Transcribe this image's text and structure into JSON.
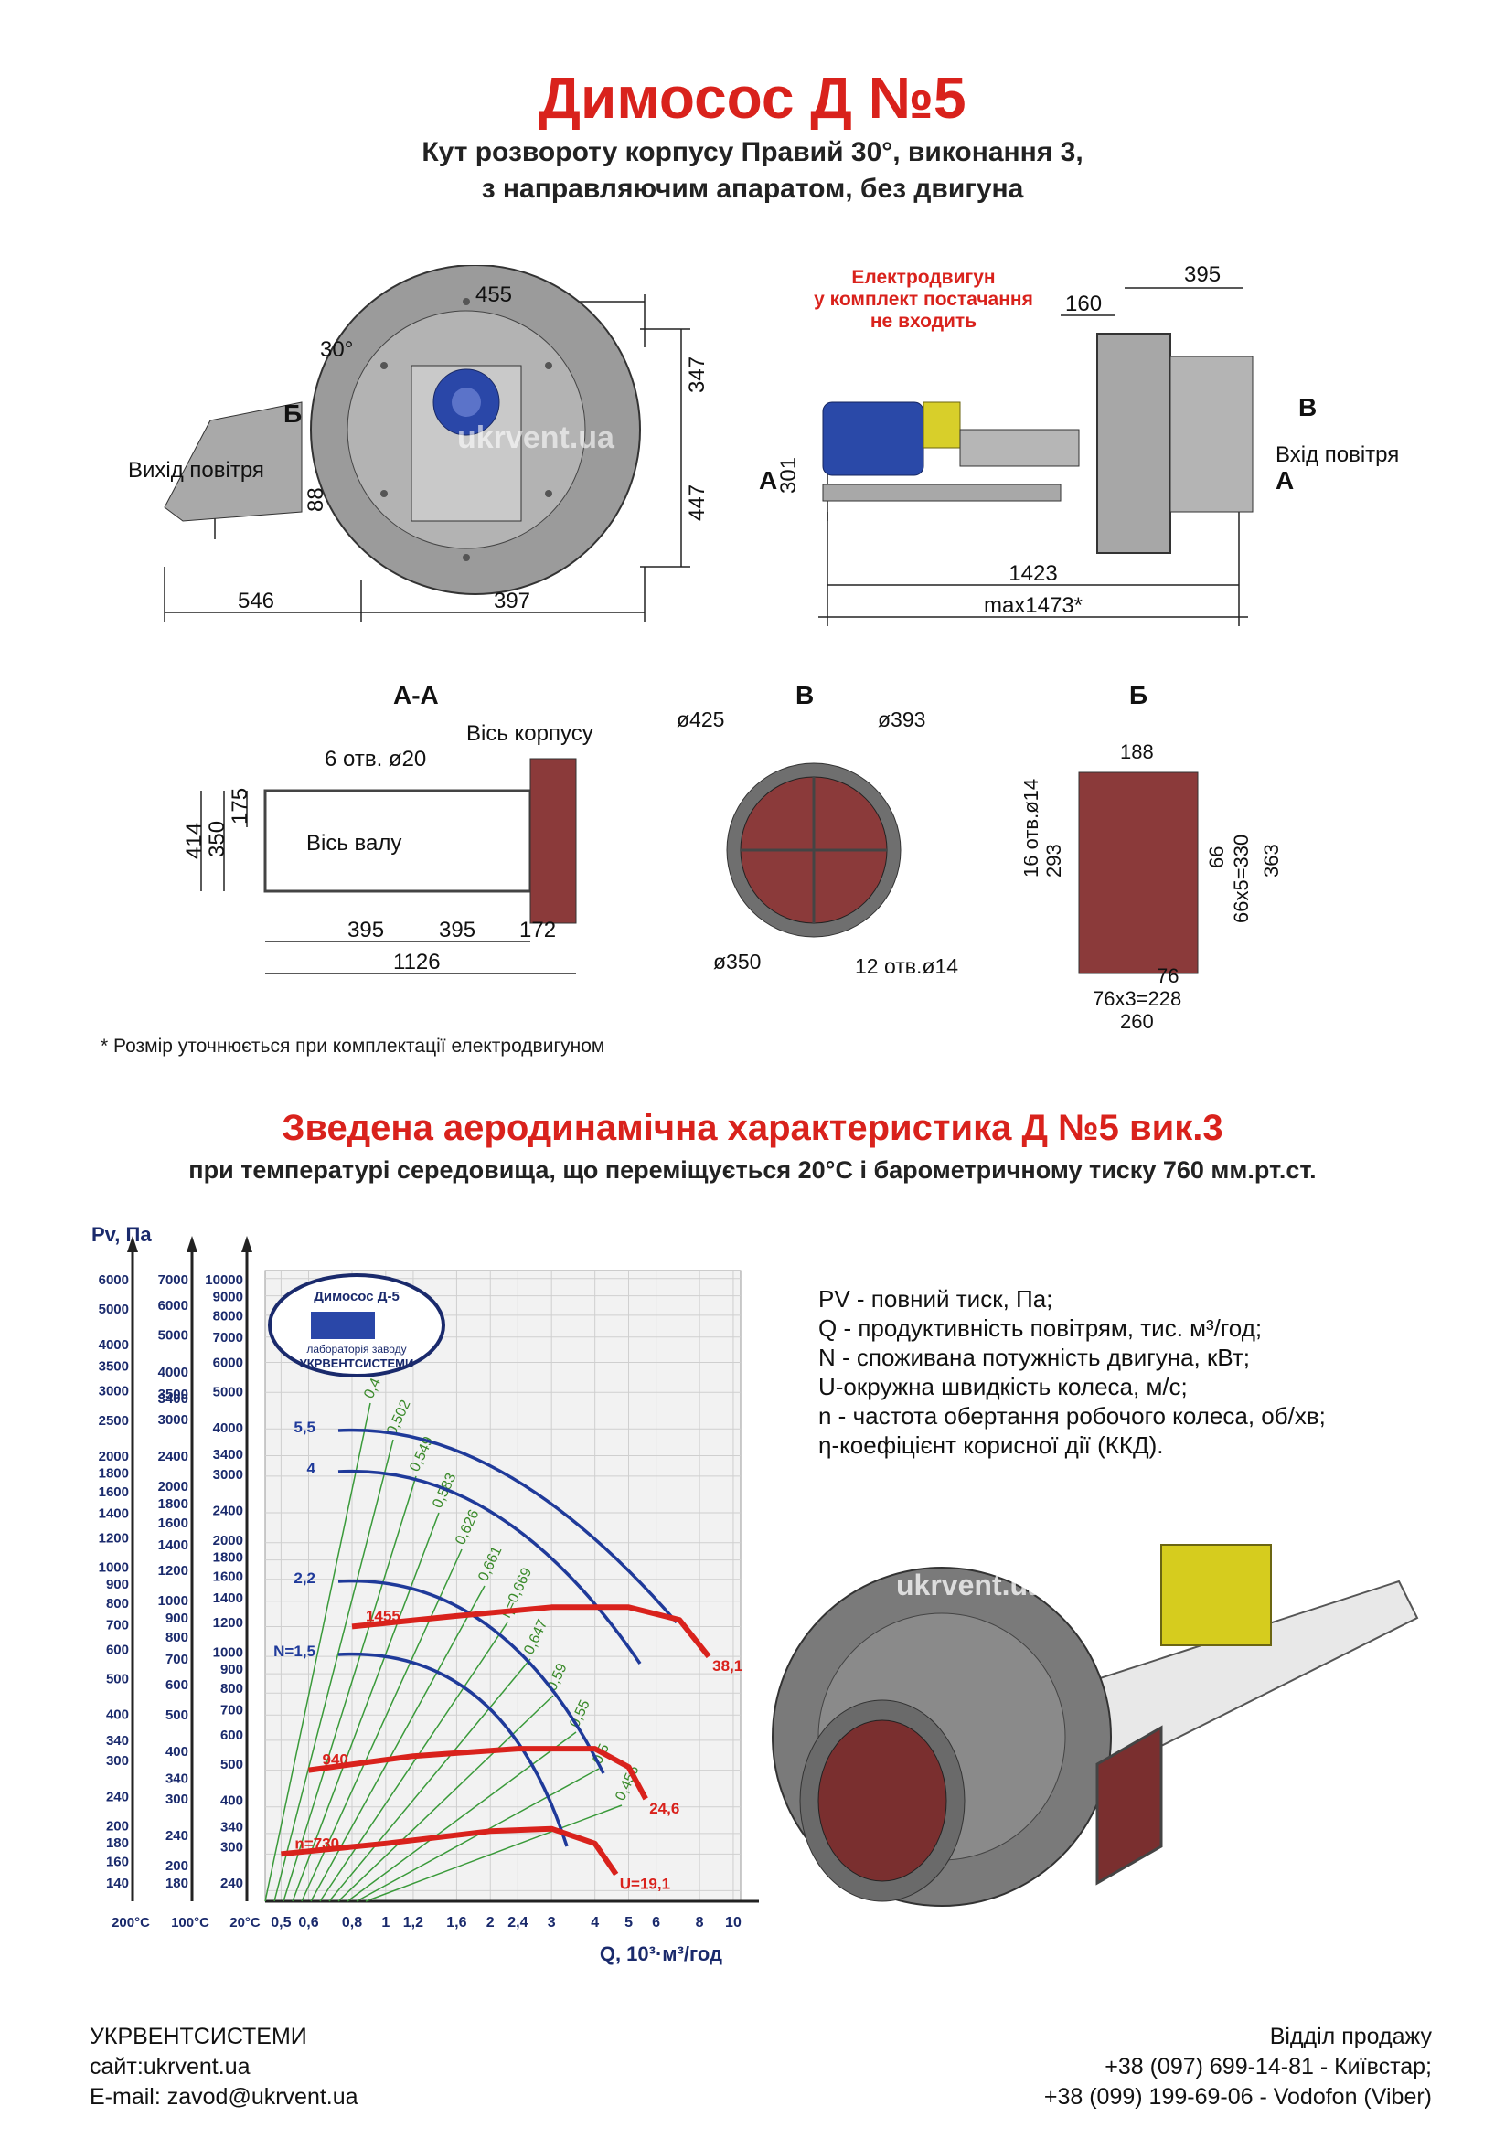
{
  "header": {
    "title": "Димосос  Д №5",
    "subtitle1": "Кут розвороту корпусу Правий 30°, виконання 3,",
    "subtitle2": "з направляючим апаратом, без двигуна"
  },
  "front_view": {
    "dims": [
      "455",
      "30°",
      "347",
      "447",
      "88",
      "546",
      "397"
    ],
    "section_mark": "Б",
    "outlet_label": "Вихід повітря",
    "watermark": "ukrvent.ua"
  },
  "side_view": {
    "motor_note": [
      "Електродвигун",
      "у комплект постачання",
      "не входить"
    ],
    "dims": [
      "395",
      "160",
      "301",
      "1423",
      "max1473*"
    ],
    "marks": [
      "В",
      "А",
      "А"
    ],
    "inlet_label": "Вхід повітря"
  },
  "section_aa": {
    "title": "А-А",
    "holes": "6 отв. ø20",
    "axis_body": "Вісь корпусу",
    "axis_shaft": "Вісь валу",
    "dims": [
      "414",
      "350",
      "175",
      "395",
      "395",
      "172",
      "1126"
    ]
  },
  "section_v": {
    "title": "В",
    "dims": [
      "ø425",
      "ø393",
      "ø350",
      "12 отв.ø14"
    ]
  },
  "section_b": {
    "title": "Б",
    "dims": [
      "188",
      "16 отв.ø14",
      "293",
      "66",
      "66x5=330",
      "363",
      "76",
      "76x3=228",
      "260"
    ]
  },
  "footnote": "* Розмір уточнюється при комплектації електродвигуном",
  "chart_section": {
    "title": "Зведена аеродинамічна характеристика Д №5 вик.3",
    "subtitle": "при температурі середовища, що переміщується 20°С і барометричному тиску 760 мм.рт.ст."
  },
  "chart_data": {
    "type": "line",
    "ylabel": "Pv, Па",
    "xlabel": "Q, 10³·м³/год",
    "x_scale": "log",
    "y_scale": "log",
    "x_ticks": [
      "0,5",
      "0,6",
      "0,8",
      "1",
      "1,2",
      "1,6",
      "2",
      "2,4",
      "3",
      "4",
      "5",
      "6",
      "8",
      "10"
    ],
    "y_axes": [
      {
        "temperature": "200°С",
        "ticks": [
          "140",
          "160",
          "180",
          "200",
          "240",
          "300",
          "340",
          "400",
          "500",
          "600",
          "700",
          "800",
          "900",
          "1000",
          "1200",
          "1400",
          "1600",
          "1800",
          "2000",
          "2500",
          "3000",
          "3500",
          "4000",
          "5000",
          "6000"
        ]
      },
      {
        "temperature": "100°С",
        "ticks": [
          "180",
          "200",
          "240",
          "300",
          "340",
          "400",
          "500",
          "600",
          "700",
          "800",
          "900",
          "1000",
          "1200",
          "1400",
          "1600",
          "1800",
          "2000",
          "2400",
          "3000",
          "3400",
          "3500",
          "4000",
          "5000",
          "6000",
          "7000"
        ]
      },
      {
        "temperature": "20°С",
        "ticks": [
          "240",
          "300",
          "340",
          "400",
          "500",
          "600",
          "700",
          "800",
          "900",
          "1000",
          "1200",
          "1400",
          "1600",
          "1800",
          "2000",
          "2400",
          "3000",
          "3400",
          "4000",
          "5000",
          "6000",
          "7000",
          "8000",
          "9000",
          "10000"
        ]
      }
    ],
    "series": [
      {
        "name": "n=730",
        "end_label": "U=19,1",
        "x": [
          0.5,
          1,
          2,
          3,
          4,
          4.6
        ],
        "y": [
          300,
          320,
          345,
          350,
          320,
          265
        ]
      },
      {
        "name": "940",
        "end_label": "24,6",
        "x": [
          0.6,
          1.2,
          2.4,
          4,
          5,
          5.6
        ],
        "y": [
          500,
          545,
          570,
          570,
          510,
          420
        ]
      },
      {
        "name": "1455",
        "end_label": "38,1",
        "x": [
          0.8,
          1.6,
          3,
          5,
          7,
          8.5
        ],
        "y": [
          1200,
          1280,
          1350,
          1350,
          1250,
          1000
        ]
      }
    ],
    "power_curves": [
      "N=1,5",
      "2,2",
      "4",
      "5,5"
    ],
    "efficiency_lines": [
      "0,4",
      "0,502",
      "0,549",
      "0,583",
      "0,626",
      "0,661",
      "η=0,669",
      "0,647",
      "0,59",
      "0,55",
      "0,5",
      "0,456"
    ],
    "logo": {
      "line1": "Димосос Д-5",
      "line2": "лабораторія заводу",
      "line3": "УКРВЕНТСИСТЕМИ"
    },
    "grid": true
  },
  "legend": [
    "PV - повний тиск, Па;",
    "Q - продуктивність повітрям, тис. м³/год;",
    "N - споживана потужність двигуна, кВт;",
    "U-окружна швидкість колеса, м/с;",
    "n - частота обертання робочого колеса, об/хв;",
    "η-коефіцієнт корисної дії (ККД)."
  ],
  "render": {
    "watermark": "ukrvent.ua"
  },
  "footer": {
    "company": "УКРВЕНТСИСТЕМИ",
    "site": "сайт:ukrvent.ua",
    "email": "E-mail: zavod@ukrvent.ua",
    "sales": "Відділ продажу",
    "phone1": "+38 (097) 699-14-81 - Київстар;",
    "phone2": "+38 (099) 199-69-06 - Vodofon (Viber)"
  }
}
